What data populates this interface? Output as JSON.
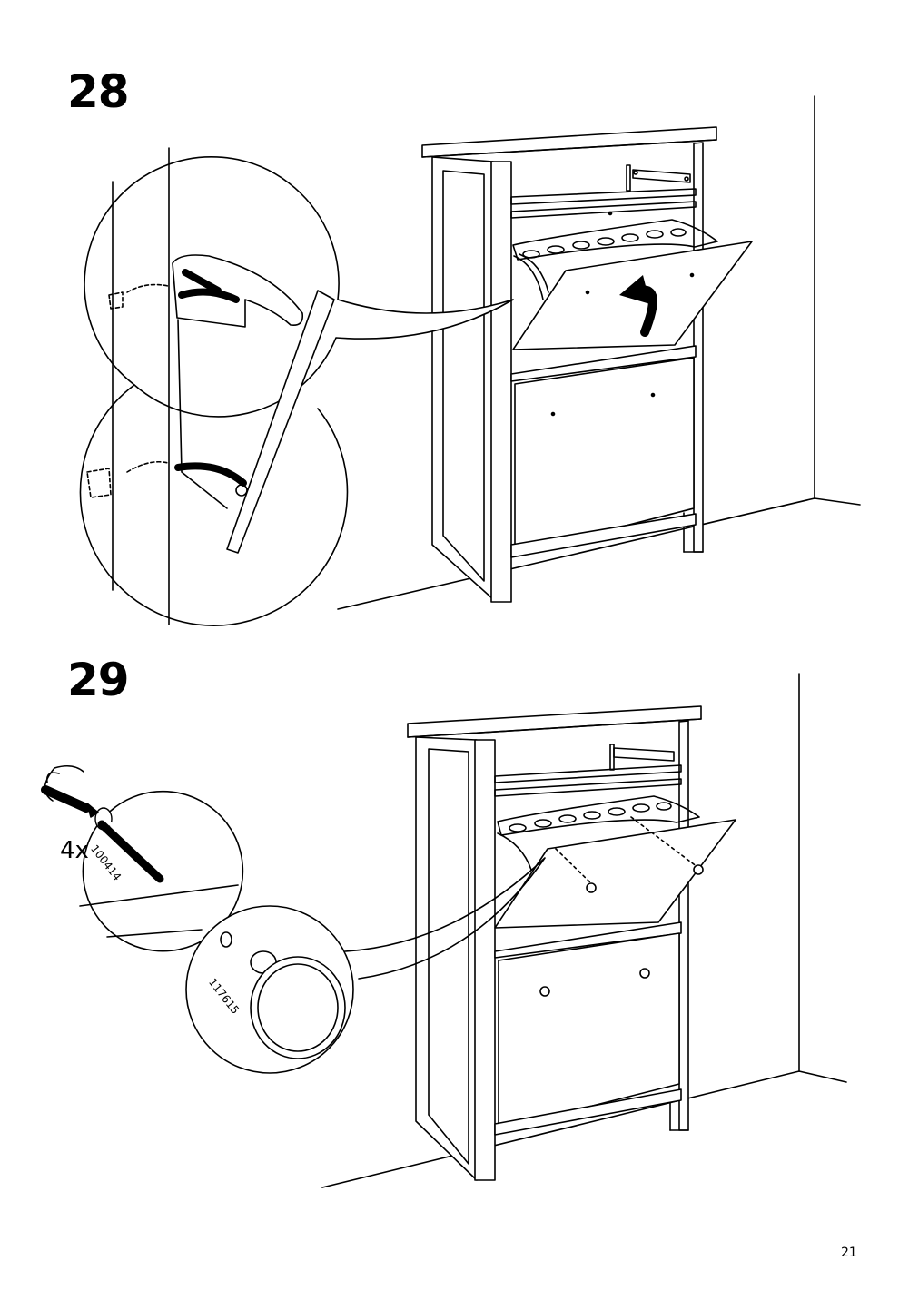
{
  "page": {
    "number": "21"
  },
  "steps": [
    {
      "number": "28"
    },
    {
      "number": "29",
      "quantity": "4x",
      "part_screw": "100414",
      "part_knob": "117615"
    }
  ],
  "icons": {
    "tool": "phillips-screwdriver-icon",
    "rotate": "rotate-arrow-icon",
    "insert_arrow": "curved-arrow-icon"
  }
}
